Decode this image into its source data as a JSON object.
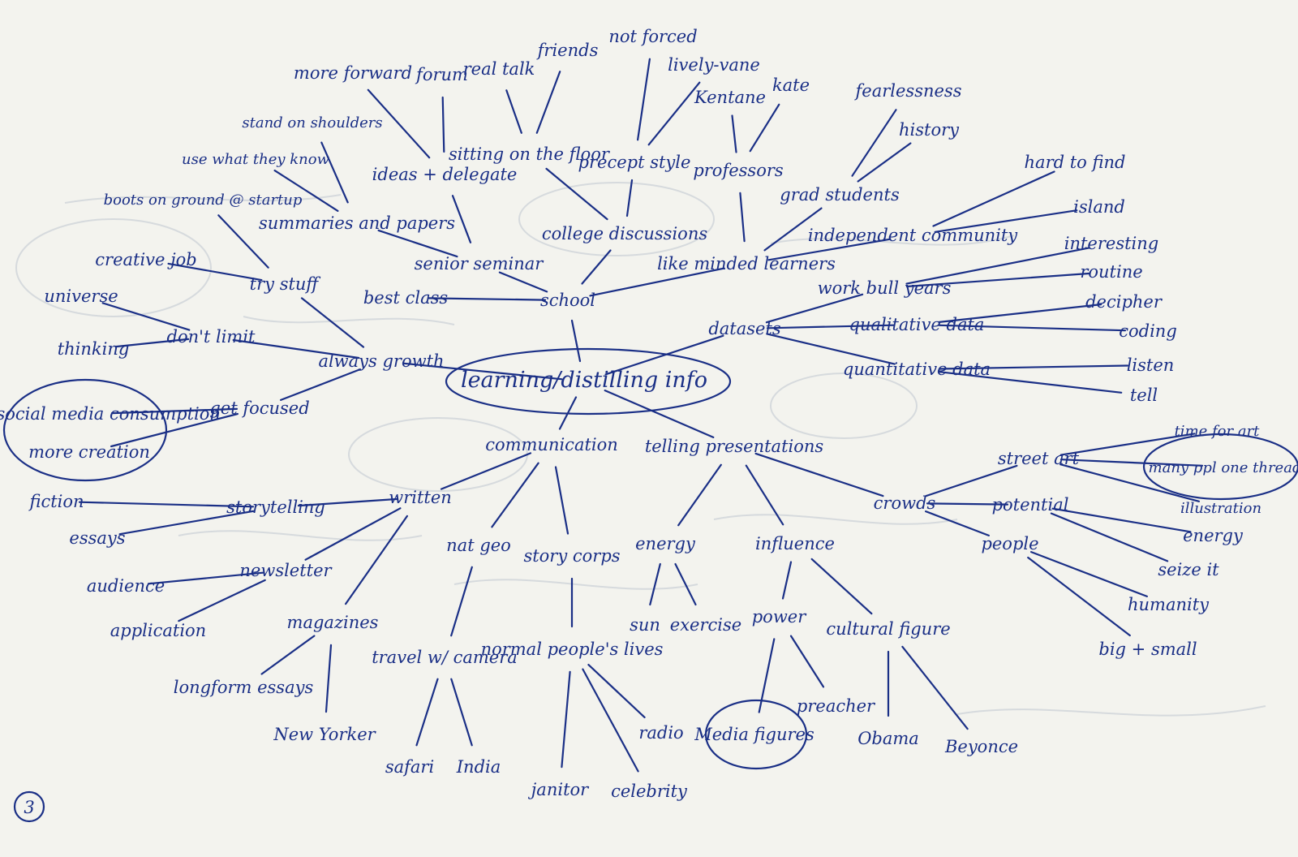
{
  "mindmap": {
    "page_number": "3",
    "nodes": [
      {
        "id": "center",
        "text": "learning/distilling info"
      },
      {
        "id": "school",
        "text": "school"
      },
      {
        "id": "always_growth",
        "text": "always growth"
      },
      {
        "id": "communication",
        "text": "communication"
      },
      {
        "id": "telling_presentations",
        "text": "telling presentations"
      },
      {
        "id": "datasets",
        "text": "datasets"
      },
      {
        "id": "senior_seminar",
        "text": "senior seminar"
      },
      {
        "id": "best_class",
        "text": "best class"
      },
      {
        "id": "college_discussions",
        "text": "college discussions"
      },
      {
        "id": "like_minded",
        "text": "like minded learners"
      },
      {
        "id": "ideas_delegate",
        "text": "ideas + delegate"
      },
      {
        "id": "summaries_papers",
        "text": "summaries and papers"
      },
      {
        "id": "more_forward",
        "text": "more forward"
      },
      {
        "id": "forum",
        "text": "forum"
      },
      {
        "id": "stand_shoulders",
        "text": "stand on shoulders"
      },
      {
        "id": "use_what_know",
        "text": "use what they know"
      },
      {
        "id": "sitting_floor",
        "text": "sitting on the floor"
      },
      {
        "id": "precept_style",
        "text": "precept style"
      },
      {
        "id": "real_talk",
        "text": "real talk"
      },
      {
        "id": "friends",
        "text": "friends"
      },
      {
        "id": "not_forced",
        "text": "not forced"
      },
      {
        "id": "lively_vane",
        "text": "lively-vane"
      },
      {
        "id": "professors",
        "text": "professors"
      },
      {
        "id": "grad_students",
        "text": "grad students"
      },
      {
        "id": "independent_community",
        "text": "independent community"
      },
      {
        "id": "kentane",
        "text": "Kentane"
      },
      {
        "id": "kate",
        "text": "kate"
      },
      {
        "id": "fearlessness",
        "text": "fearlessness"
      },
      {
        "id": "history",
        "text": "history"
      },
      {
        "id": "hard_to_find",
        "text": "hard to find"
      },
      {
        "id": "island",
        "text": "island"
      },
      {
        "id": "work_bull_years",
        "text": "work bull years"
      },
      {
        "id": "qualitative",
        "text": "qualitative data"
      },
      {
        "id": "quantitative",
        "text": "quantitative data"
      },
      {
        "id": "interesting",
        "text": "interesting"
      },
      {
        "id": "routine",
        "text": "routine"
      },
      {
        "id": "decipher",
        "text": "decipher"
      },
      {
        "id": "coding",
        "text": "coding"
      },
      {
        "id": "listen",
        "text": "listen"
      },
      {
        "id": "tell",
        "text": "tell"
      },
      {
        "id": "try_stuff",
        "text": "try stuff"
      },
      {
        "id": "dont_limit",
        "text": "don't limit"
      },
      {
        "id": "get_focused",
        "text": "get focused"
      },
      {
        "id": "boots_ground",
        "text": "boots on ground @ startup"
      },
      {
        "id": "creative_job",
        "text": "creative job"
      },
      {
        "id": "universe",
        "text": "universe"
      },
      {
        "id": "thinking",
        "text": "thinking"
      },
      {
        "id": "less_social",
        "text": "less social media consumption"
      },
      {
        "id": "more_creation",
        "text": "more creation"
      },
      {
        "id": "written",
        "text": "written"
      },
      {
        "id": "nat_geo",
        "text": "nat geo"
      },
      {
        "id": "story_corps",
        "text": "story corps"
      },
      {
        "id": "storytelling",
        "text": "storytelling"
      },
      {
        "id": "fiction",
        "text": "fiction"
      },
      {
        "id": "essays",
        "text": "essays"
      },
      {
        "id": "newsletter",
        "text": "newsletter"
      },
      {
        "id": "audience",
        "text": "audience"
      },
      {
        "id": "application",
        "text": "application"
      },
      {
        "id": "magazines",
        "text": "magazines"
      },
      {
        "id": "longform_essays",
        "text": "longform essays"
      },
      {
        "id": "new_yorker",
        "text": "New Yorker"
      },
      {
        "id": "travel_camera",
        "text": "travel w/ camera"
      },
      {
        "id": "safari",
        "text": "safari"
      },
      {
        "id": "india",
        "text": "India"
      },
      {
        "id": "normal_lives",
        "text": "normal people's lives"
      },
      {
        "id": "radio",
        "text": "radio"
      },
      {
        "id": "janitor",
        "text": "janitor"
      },
      {
        "id": "celebrity",
        "text": "celebrity"
      },
      {
        "id": "energy",
        "text": "energy"
      },
      {
        "id": "influence",
        "text": "influence"
      },
      {
        "id": "crowds",
        "text": "crowds"
      },
      {
        "id": "sun",
        "text": "sun"
      },
      {
        "id": "exercise",
        "text": "exercise"
      },
      {
        "id": "power",
        "text": "power"
      },
      {
        "id": "cultural_figure",
        "text": "cultural figure"
      },
      {
        "id": "media_figures",
        "text": "Media figures"
      },
      {
        "id": "preacher",
        "text": "preacher"
      },
      {
        "id": "obama",
        "text": "Obama"
      },
      {
        "id": "beyonce",
        "text": "Beyonce"
      },
      {
        "id": "street_art",
        "text": "street art"
      },
      {
        "id": "potential",
        "text": "potential"
      },
      {
        "id": "people",
        "text": "people"
      },
      {
        "id": "time_for_art",
        "text": "time for art"
      },
      {
        "id": "many_ppl",
        "text": "many ppl one thread"
      },
      {
        "id": "illustration",
        "text": "illustration"
      },
      {
        "id": "energy2",
        "text": "energy"
      },
      {
        "id": "seize_it",
        "text": "seize it"
      },
      {
        "id": "humanity",
        "text": "humanity"
      },
      {
        "id": "big_small",
        "text": "big + small"
      }
    ],
    "edges": [
      [
        "center",
        "school"
      ],
      [
        "center",
        "always_growth"
      ],
      [
        "center",
        "communication"
      ],
      [
        "center",
        "telling_presentations"
      ],
      [
        "center",
        "datasets"
      ],
      [
        "school",
        "senior_seminar"
      ],
      [
        "school",
        "best_class"
      ],
      [
        "school",
        "college_discussions"
      ],
      [
        "school",
        "like_minded"
      ],
      [
        "senior_seminar",
        "ideas_delegate"
      ],
      [
        "senior_seminar",
        "summaries_papers"
      ],
      [
        "ideas_delegate",
        "more_forward"
      ],
      [
        "ideas_delegate",
        "forum"
      ],
      [
        "summaries_papers",
        "stand_shoulders"
      ],
      [
        "summaries_papers",
        "use_what_know"
      ],
      [
        "college_discussions",
        "sitting_floor"
      ],
      [
        "college_discussions",
        "precept_style"
      ],
      [
        "sitting_floor",
        "real_talk"
      ],
      [
        "sitting_floor",
        "friends"
      ],
      [
        "precept_style",
        "not_forced"
      ],
      [
        "precept_style",
        "lively_vane"
      ],
      [
        "like_minded",
        "professors"
      ],
      [
        "like_minded",
        "grad_students"
      ],
      [
        "like_minded",
        "independent_community"
      ],
      [
        "professors",
        "kentane"
      ],
      [
        "professors",
        "kate"
      ],
      [
        "grad_students",
        "fearlessness"
      ],
      [
        "grad_students",
        "history"
      ],
      [
        "independent_community",
        "hard_to_find"
      ],
      [
        "independent_community",
        "island"
      ],
      [
        "datasets",
        "work_bull_years"
      ],
      [
        "datasets",
        "qualitative"
      ],
      [
        "datasets",
        "quantitative"
      ],
      [
        "work_bull_years",
        "interesting"
      ],
      [
        "work_bull_years",
        "routine"
      ],
      [
        "qualitative",
        "decipher"
      ],
      [
        "qualitative",
        "coding"
      ],
      [
        "quantitative",
        "listen"
      ],
      [
        "quantitative",
        "tell"
      ],
      [
        "always_growth",
        "try_stuff"
      ],
      [
        "always_growth",
        "dont_limit"
      ],
      [
        "always_growth",
        "get_focused"
      ],
      [
        "try_stuff",
        "boots_ground"
      ],
      [
        "try_stuff",
        "creative_job"
      ],
      [
        "dont_limit",
        "universe"
      ],
      [
        "dont_limit",
        "thinking"
      ],
      [
        "get_focused",
        "less_social"
      ],
      [
        "get_focused",
        "more_creation"
      ],
      [
        "communication",
        "written"
      ],
      [
        "communication",
        "nat_geo"
      ],
      [
        "communication",
        "story_corps"
      ],
      [
        "written",
        "storytelling"
      ],
      [
        "written",
        "newsletter"
      ],
      [
        "written",
        "magazines"
      ],
      [
        "storytelling",
        "fiction"
      ],
      [
        "storytelling",
        "essays"
      ],
      [
        "newsletter",
        "audience"
      ],
      [
        "newsletter",
        "application"
      ],
      [
        "magazines",
        "longform_essays"
      ],
      [
        "magazines",
        "new_yorker"
      ],
      [
        "nat_geo",
        "travel_camera"
      ],
      [
        "travel_camera",
        "safari"
      ],
      [
        "travel_camera",
        "india"
      ],
      [
        "story_corps",
        "normal_lives"
      ],
      [
        "normal_lives",
        "radio"
      ],
      [
        "normal_lives",
        "janitor"
      ],
      [
        "normal_lives",
        "celebrity"
      ],
      [
        "telling_presentations",
        "energy"
      ],
      [
        "telling_presentations",
        "influence"
      ],
      [
        "telling_presentations",
        "crowds"
      ],
      [
        "energy",
        "sun"
      ],
      [
        "energy",
        "exercise"
      ],
      [
        "influence",
        "power"
      ],
      [
        "influence",
        "cultural_figure"
      ],
      [
        "power",
        "media_figures"
      ],
      [
        "power",
        "preacher"
      ],
      [
        "cultural_figure",
        "obama"
      ],
      [
        "cultural_figure",
        "beyonce"
      ],
      [
        "crowds",
        "street_art"
      ],
      [
        "crowds",
        "potential"
      ],
      [
        "crowds",
        "people"
      ],
      [
        "street_art",
        "time_for_art"
      ],
      [
        "street_art",
        "many_ppl"
      ],
      [
        "street_art",
        "illustration"
      ],
      [
        "potential",
        "energy2"
      ],
      [
        "potential",
        "seize_it"
      ],
      [
        "people",
        "humanity"
      ],
      [
        "people",
        "big_small"
      ]
    ],
    "circled": [
      "center",
      "less_social",
      "media_figures",
      "many_ppl"
    ]
  }
}
